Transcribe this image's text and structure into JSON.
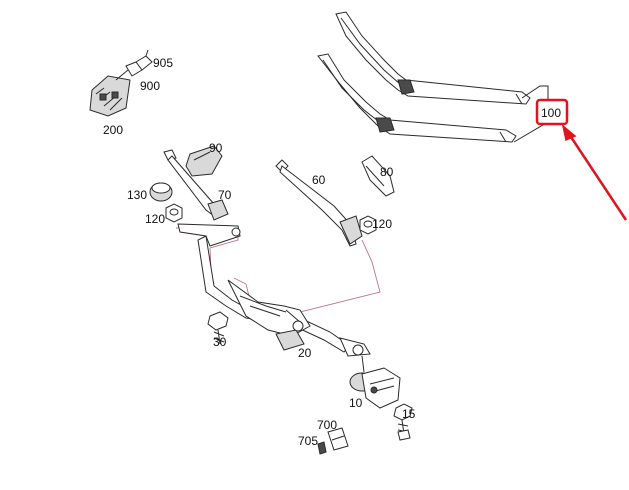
{
  "colors": {
    "highlight": "#e0141e",
    "line": "#2b2b2b",
    "reference_line": "#c07080"
  },
  "labels": {
    "p905": "905",
    "p900": "900",
    "p200": "200",
    "p90": "90",
    "p130": "130",
    "p70": "70",
    "p120_left": "120",
    "p60": "60",
    "p80": "80",
    "p120_right": "120",
    "p30": "30",
    "p20": "20",
    "p10": "10",
    "p15": "15",
    "p700": "700",
    "p705": "705",
    "p100": "100"
  },
  "highlighted_part": "100"
}
